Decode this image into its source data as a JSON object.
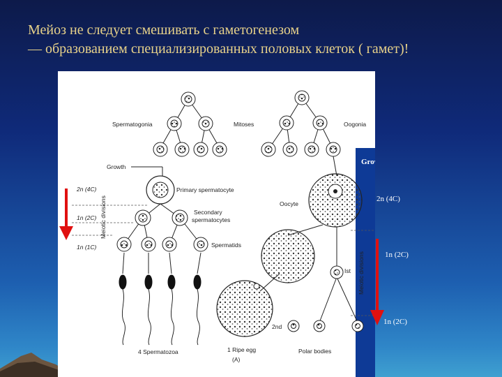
{
  "slide": {
    "title_line1": "Мейоз не следует смешивать с гаметогенезом",
    "title_line2": "— образованием специализированных половых клеток ( гамет)!"
  },
  "figure": {
    "labels": {
      "spermatogonia": "Spermatogonia",
      "mitoses": "Mitoses",
      "oogonia": "Oogonia",
      "growth_left": "Growth",
      "growth_right": "Growth",
      "primary_spermatocyte": "Primary spermatocyte",
      "secondary_spermatocytes_1": "Secondary",
      "secondary_spermatocytes_2": "spermatocytes",
      "spermatids": "Spermatids",
      "meiotic_divisions_left": "Meiotic divisions",
      "meiotic_divisions_right": "Meiotic divisions",
      "oocyte": "Oocyte",
      "first": "Ist",
      "second": "2nd",
      "spermatozoa": "4 Spermatozoa",
      "ripe_egg": "1 Ripe egg",
      "panel_a": "(A)",
      "polar_bodies": "Polar bodies"
    },
    "ploidy_left": [
      "2n (4C)",
      "1n (2C)",
      "1n (1C)"
    ],
    "ploidy_right": [
      "2n (4C)",
      "1n (2C)",
      "1n (2C)"
    ],
    "colors": {
      "arrow": "#e01010",
      "title": "#e8d28a",
      "right_strip": "#0e3a96"
    }
  }
}
